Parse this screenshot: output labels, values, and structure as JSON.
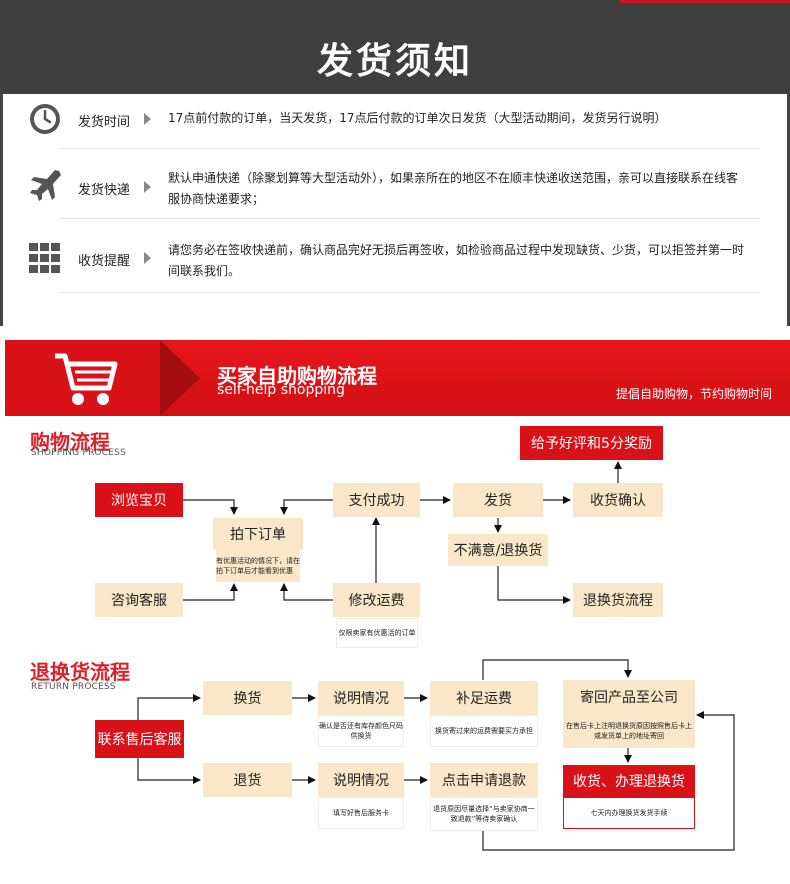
{
  "header": {
    "title": "发货须知"
  },
  "notices": [
    {
      "icon": "clock-icon",
      "label": "发货时间",
      "text": "17点前付款的订单，当天发货，17点后付款的订单次日发货（大型活动期间，发货另行说明）"
    },
    {
      "icon": "airplane-icon",
      "label": "发货快递",
      "text": "默认申通快递（除聚划算等大型活动外），如果亲所在的地区不在顺丰快递收送范围，亲可以直接联系在线客服协商快递要求；"
    },
    {
      "icon": "grid-icon",
      "label": "收货提醒",
      "text": "请您务必在签收快递前，确认商品完好无损后再签收，如检验商品过程中发现缺货、少货，可以拒签并第一时间联系我们。"
    }
  ],
  "banner": {
    "title": "买家自助购物流程",
    "subtitle": "self-help shopping",
    "slogan": "提倡自助购物，节约购物时间"
  },
  "shopping": {
    "title": "购物流程",
    "subtitle": "SHOPPING PROCESS",
    "browse": "浏览宝贝",
    "consult": "咨询客服",
    "order": "拍下订单",
    "order_note": "有优惠活动的情况下，请在拍下订单后才能看到优惠",
    "pay": "支付成功",
    "modify": "修改运费",
    "modify_note": "仅限卖家有优惠活的订单",
    "ship": "发货",
    "confirm": "收货确认",
    "reward": "给予好评和5分奖励",
    "unhappy": "不满意/退换货",
    "return_flow": "退换货流程"
  },
  "returns": {
    "title": "退换货流程",
    "subtitle": "RETURN PROCESS",
    "contact": "联系售后客服",
    "exchange": "换货",
    "refund": "退货",
    "explain1": "说明情况",
    "explain1_note": "确认是否还有库存颜色尺码供换货",
    "explain2": "说明情况",
    "explain2_note": "填写好售后服务卡",
    "shipping_fee": "补足运费",
    "shipping_fee_note": "换货寄过来的运费需要买方承担",
    "apply": "点击申请退款",
    "apply_note": "退货原因尽量选择“与卖家协商一致退款”等待卖家确认",
    "send_back": "寄回产品至公司",
    "send_back_note": "在售后卡上注明退换货原因按照售后卡上或发货单上的地址寄回",
    "receive": "收货、办理退换货",
    "receive_note": "七天内办理换货发货手续"
  },
  "colors": {
    "accent": "#d81218",
    "box": "#fae6c8",
    "header": "#3f3f3f"
  }
}
